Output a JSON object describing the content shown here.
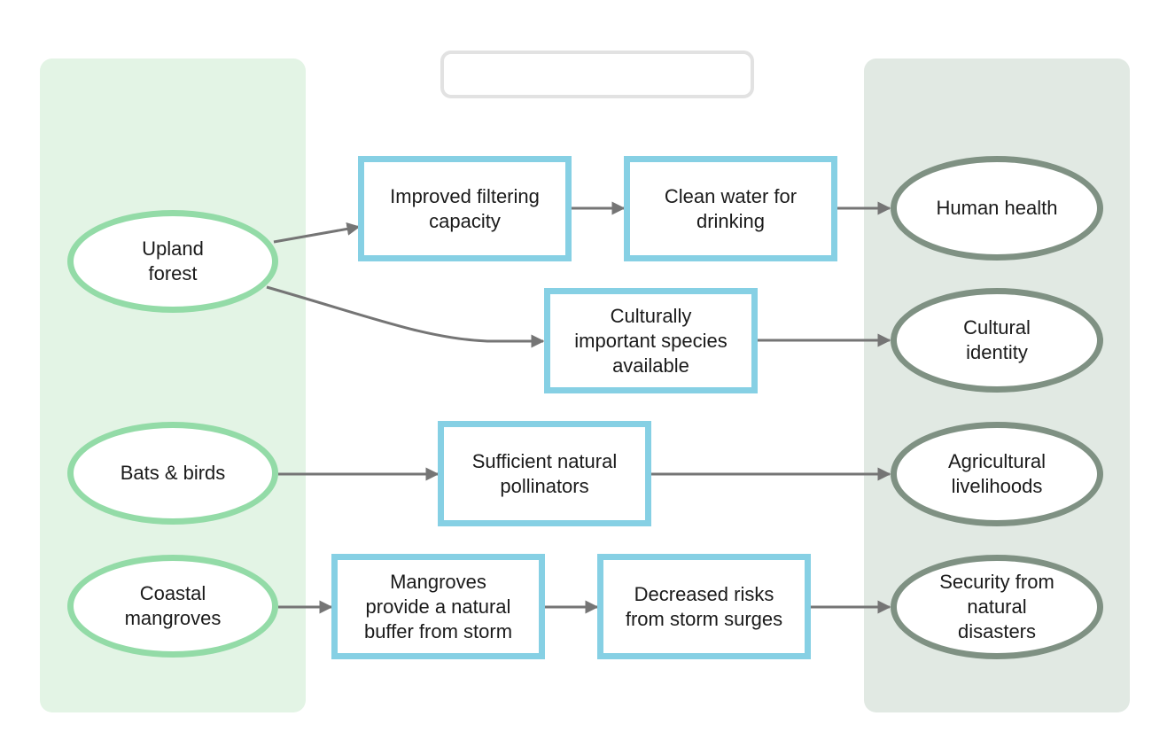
{
  "title": "",
  "sources": {
    "upland_forest": "Upland\nforest",
    "bats_birds": "Bats & birds",
    "coastal_mangroves": "Coastal\nmangroves"
  },
  "processes": {
    "filtering": "Improved filtering\ncapacity",
    "clean_water": "Clean water for\ndrinking",
    "species": "Culturally\nimportant species\navailable",
    "pollinators": "Sufficient natural\npollinators",
    "mangrove_buffer": "Mangroves\nprovide a natural\nbuffer from storm",
    "storm_risk": "Decreased risks\nfrom storm surges"
  },
  "outcomes": {
    "human_health": "Human health",
    "cultural_identity": "Cultural\nidentity",
    "agricultural": "Agricultural\nlivelihoods",
    "security": "Security from\nnatural\ndisasters"
  },
  "colors": {
    "source_border": "#93dba7",
    "process_border": "#86d0e4",
    "outcome_border": "#7f9183",
    "arrow": "#757575"
  }
}
